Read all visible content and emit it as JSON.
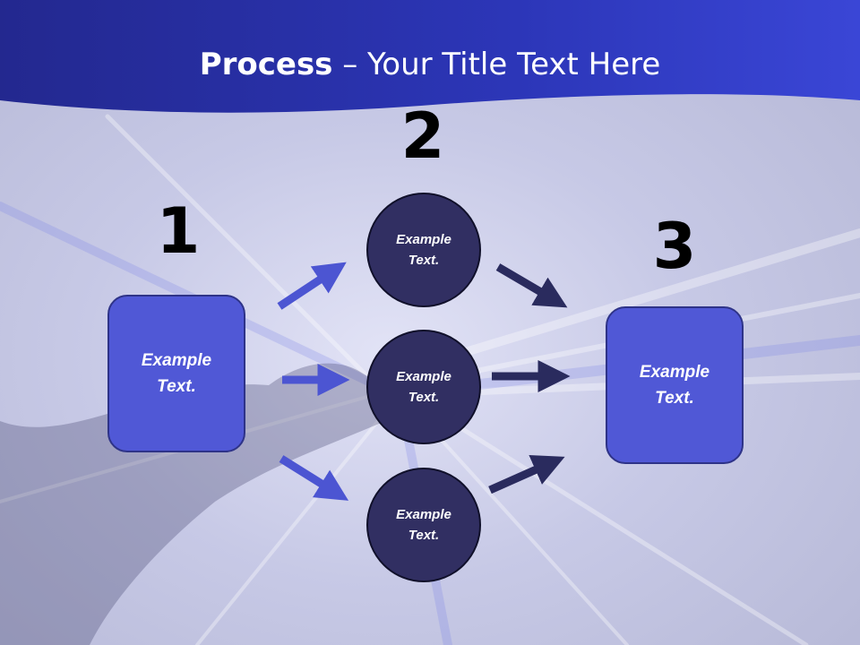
{
  "title": {
    "bold": "Process",
    "rest": " – Your Title Text Here"
  },
  "steps": [
    {
      "number": "1",
      "text": "Example\nText."
    },
    {
      "number": "2"
    },
    {
      "number": "3",
      "text": "Example\nText."
    }
  ],
  "circles": [
    {
      "text": "Example\nText."
    },
    {
      "text": "Example\nText."
    },
    {
      "text": "Example\nText."
    }
  ],
  "colors": {
    "header_band": "#2a35b8",
    "box_fill": "#5058d6",
    "circle_fill": "#312f62",
    "arrow_light": "#4c55d2",
    "arrow_dark": "#2a2b5e"
  }
}
